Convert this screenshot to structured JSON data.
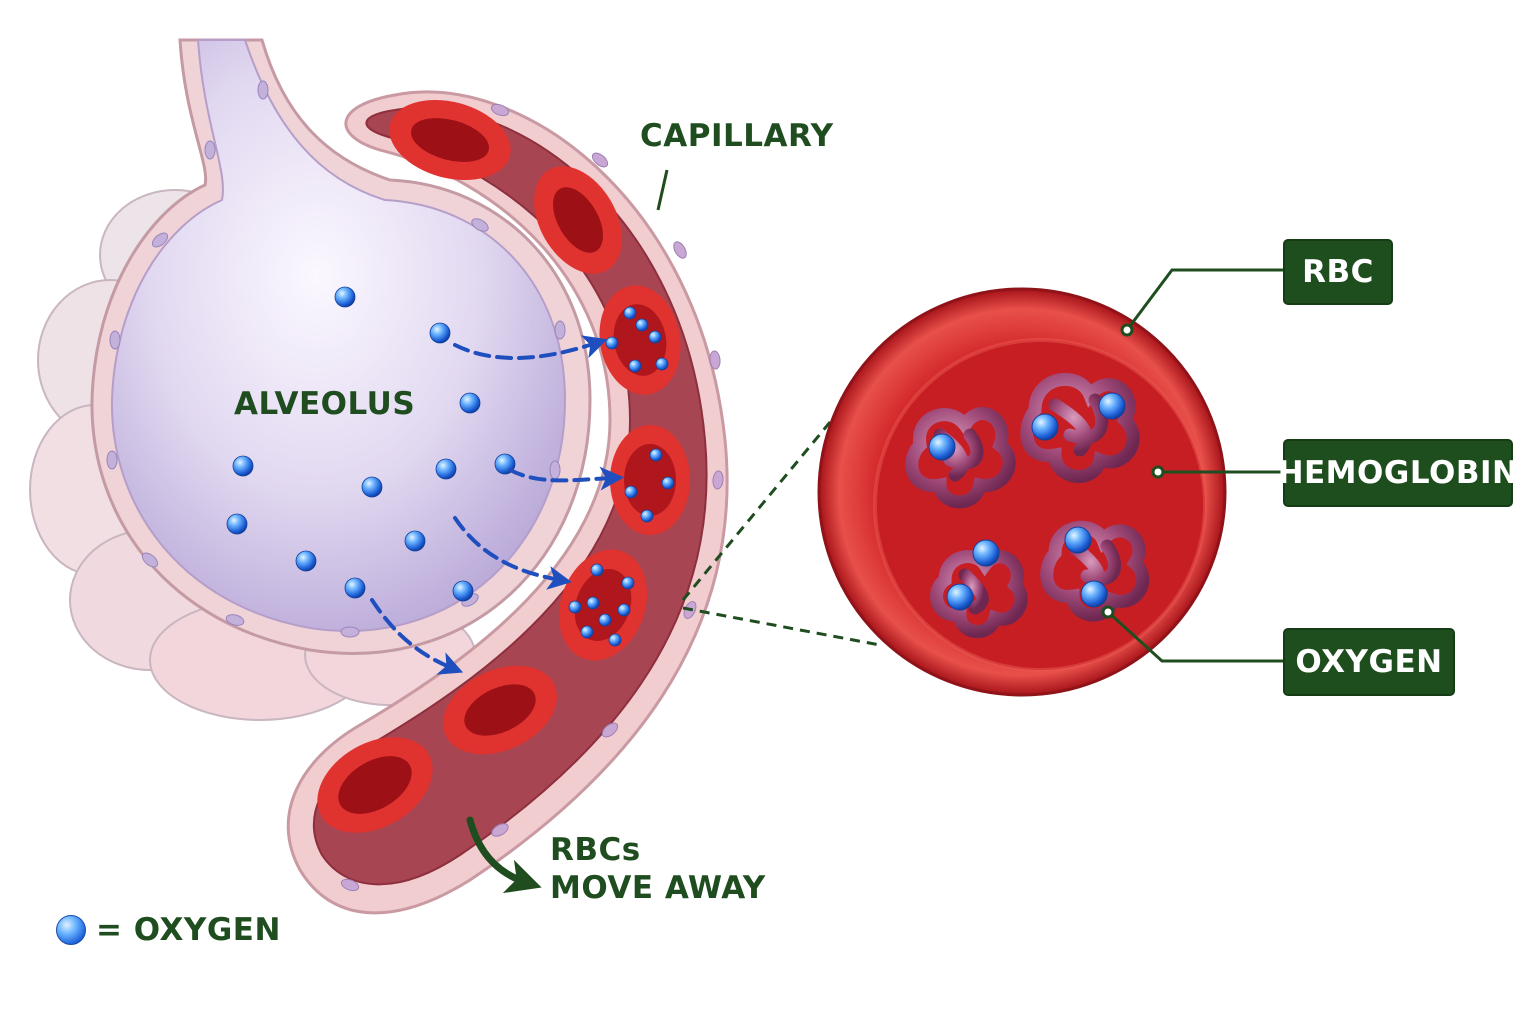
{
  "labels": {
    "capillary": "CAPILLARY",
    "alveolus": "ALVEOLUS",
    "rbc": "RBC",
    "hemoglobin": "HEMOGLOBIN",
    "oxygen": "OXYGEN",
    "rbcs_line1": "RBCs",
    "rbcs_line2": "MOVE AWAY",
    "legend_text": "= OXYGEN"
  },
  "colors": {
    "label_green": "#1f4d1f",
    "box_green": "#1e4d1e",
    "oxygen_blue": "#2f78e6",
    "arrow_blue": "#1f4fbf",
    "rbc_red": "#d8262a",
    "alveolus_lilac": "#e4dcf1",
    "tissue_pink": "#f0d2d2",
    "hemoglobin_purple": "#a04a78"
  },
  "icons": {
    "oxygen": "oxygen-molecule-icon",
    "diffusion_arrow": "dashed-arrow-icon",
    "flow_arrow": "curved-arrow-icon"
  }
}
